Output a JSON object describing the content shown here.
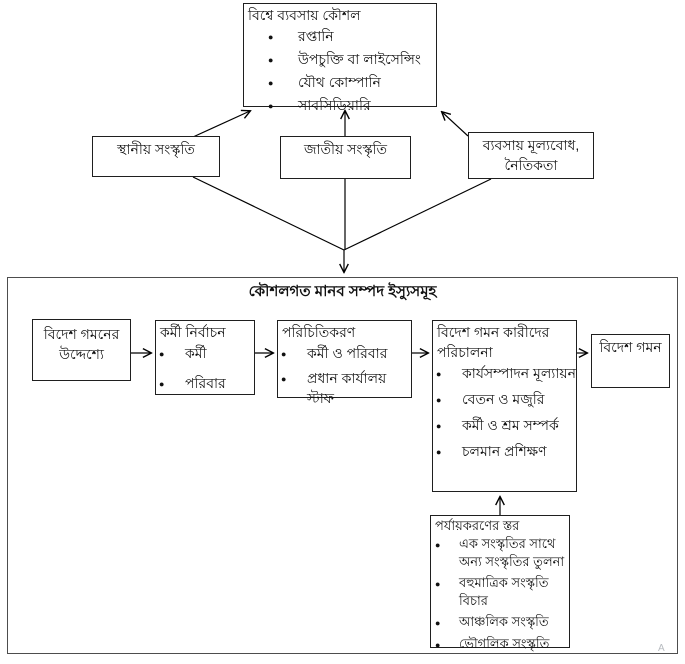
{
  "icons": {
    "bullet": "●"
  },
  "top_box": {
    "title": "বিশ্বে ব্যবসায় কৌশল",
    "items": [
      "রপ্তানি",
      "উপচুক্তি বা লাইসেন্সিং",
      "যৌথ কোম্পানি",
      "সাবসিডিয়ারি"
    ]
  },
  "influences": {
    "local_culture": "স্থানীয় সংস্কৃতি",
    "national_culture": "জাতীয় সংস্কৃতি",
    "business_values": "ব্যবসায় মূল্যবোধ, নৈতিকতা"
  },
  "main_container": {
    "title": "কৌশলগত মানব সম্পদ ইস্যুসমূহ",
    "flow": [
      {
        "title": "বিদেশ গমনের উদ্দেশ্যে",
        "items": []
      },
      {
        "title": "কর্মী নির্বাচন",
        "items": [
          "কর্মী",
          "পরিবার"
        ]
      },
      {
        "title": "পরিচিতিকরণ",
        "items": [
          "কর্মী ও পরিবার",
          "প্রধান কার্যালয় স্টাফ"
        ]
      },
      {
        "title": "বিদেশ গমন কারীদের পরিচালনা",
        "items": [
          "কার্যসম্পাদন মূল্যায়ন",
          "বেতন ও মজুরি",
          "কর্মী ও শ্রম সম্পর্ক",
          "চলমান প্রশিক্ষণ"
        ]
      },
      {
        "title": "বিদেশ গমন",
        "items": []
      }
    ],
    "levels_box": {
      "title": "পর্যায়করণের স্তর",
      "items": [
        "এক সংস্কৃতির সাথে অন্য সংস্কৃতির তুলনা",
        "বহুমাত্রিক সংস্কৃতি বিচার",
        "আঞ্চলিক সংস্কৃতি",
        "ভৌগলিক সংস্কৃতি"
      ]
    }
  },
  "colors": {
    "box_border": "#1f1f1f",
    "container_border": "#4d4d4d",
    "arrow": "#000000",
    "background": "#ffffff"
  },
  "artifact": "A"
}
